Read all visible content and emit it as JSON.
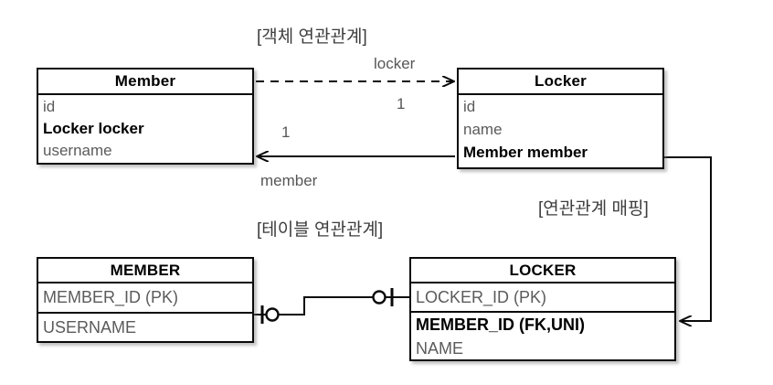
{
  "diagram": {
    "title_object_relation": "[객체 연관관계]",
    "title_table_relation": "[테이블 연관관계]",
    "title_mapping": "[연관관계 매핑]"
  },
  "classes": {
    "member": {
      "name": "Member",
      "attributes": [
        {
          "text": "id",
          "emphasis": false
        },
        {
          "text": "Locker locker",
          "emphasis": true
        },
        {
          "text": "username",
          "emphasis": false
        }
      ]
    },
    "locker": {
      "name": "Locker",
      "attributes": [
        {
          "text": "id",
          "emphasis": false
        },
        {
          "text": "name",
          "emphasis": false
        },
        {
          "text": "Member member",
          "emphasis": true
        }
      ]
    }
  },
  "tables": {
    "member": {
      "name": "MEMBER",
      "columns": [
        {
          "text": "MEMBER_ID (PK)",
          "emphasis": false
        },
        {
          "text": "USERNAME",
          "emphasis": false
        }
      ]
    },
    "locker": {
      "name": "LOCKER",
      "columns": [
        {
          "text": "LOCKER_ID (PK)",
          "emphasis": false
        },
        {
          "text": "MEMBER_ID (FK,UNI)",
          "emphasis": true
        },
        {
          "text": "NAME",
          "emphasis": false
        }
      ]
    }
  },
  "edges": {
    "member_to_locker": {
      "role": "locker",
      "multiplicity": "1"
    },
    "locker_to_member": {
      "role": "member",
      "multiplicity": "1"
    }
  },
  "colors": {
    "stroke": "#0a0a0a",
    "attribute_text": "#5b5b5b",
    "emphasis_text": "#000000",
    "label_text": "#575757",
    "background": "#ffffff"
  }
}
